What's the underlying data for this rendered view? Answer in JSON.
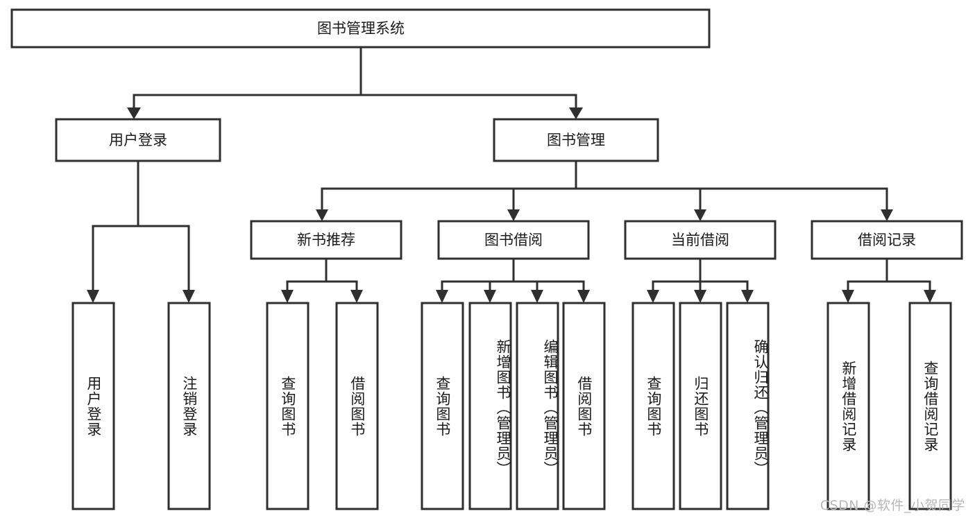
{
  "diagram": {
    "type": "tree-hierarchy",
    "title": "图书管理系统",
    "watermark": "CSDN @软件_小贺同学",
    "colors": {
      "stroke": "#2f2f2f",
      "fill": "#ffffff",
      "text": "#1a1a1a",
      "watermark": "#b8b8b8",
      "background": "#ffffff"
    },
    "root": {
      "label": "图书管理系统"
    },
    "level1": [
      {
        "label": "用户登录"
      },
      {
        "label": "图书管理"
      }
    ],
    "level2": [
      {
        "label": "新书推荐"
      },
      {
        "label": "图书借阅"
      },
      {
        "label": "当前借阅"
      },
      {
        "label": "借阅记录"
      }
    ],
    "leaves": {
      "user_login": [
        {
          "label": "用户登录"
        },
        {
          "label": "注销登录"
        }
      ],
      "new_book_recommend": [
        {
          "label": "查询图书"
        },
        {
          "label": "借阅图书"
        }
      ],
      "book_borrow": [
        {
          "label": "查询图书"
        },
        {
          "label": "新增图书（管理员）"
        },
        {
          "label": "编辑图书（管理员）"
        },
        {
          "label": "借阅图书"
        }
      ],
      "current_borrow": [
        {
          "label": "查询图书"
        },
        {
          "label": "归还图书"
        },
        {
          "label": "确认归还（管理员）"
        }
      ],
      "borrow_record": [
        {
          "label": "新增借阅记录"
        },
        {
          "label": "查询借阅记录"
        }
      ]
    }
  }
}
